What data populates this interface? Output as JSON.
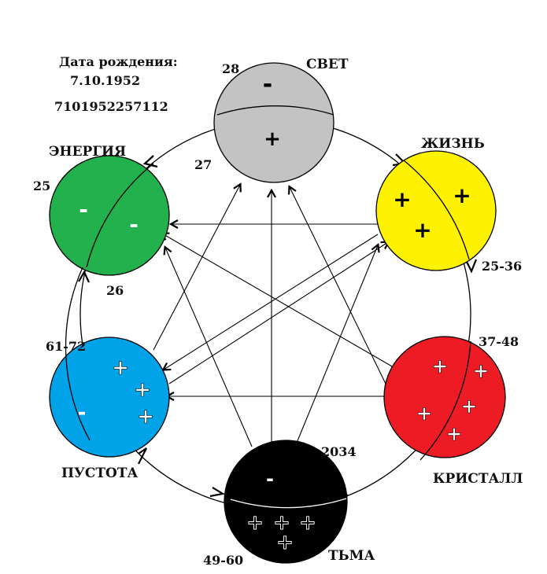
{
  "header": {
    "birth_label": "Дата рождения:",
    "birth_date": "7.10.1952",
    "birth_digits": "7101952257112"
  },
  "nodes": {
    "svet": {
      "name": "СВЕТ",
      "color": "#c3c3c3"
    },
    "zhizn": {
      "name": "ЖИЗНЬ",
      "color": "#fff200"
    },
    "kristall": {
      "name": "КРИСТАЛЛ",
      "color": "#ed1c24"
    },
    "tma": {
      "name": "ТЬМА",
      "color": "#000000"
    },
    "pustota": {
      "name": "ПУСТОТА",
      "color": "#00a2e8"
    },
    "energiya": {
      "name": "ЭНЕРГИЯ",
      "color": "#22b14c"
    }
  },
  "numbers": {
    "n28": "28",
    "n27": "27",
    "n25": "25",
    "n26": "26",
    "r25_36": "25-36",
    "r37_48": "37-48",
    "r49_60": "49-60",
    "r61_72": "61-72",
    "y2034": "2034"
  },
  "signs": {
    "plus": "+",
    "minus": "-"
  }
}
